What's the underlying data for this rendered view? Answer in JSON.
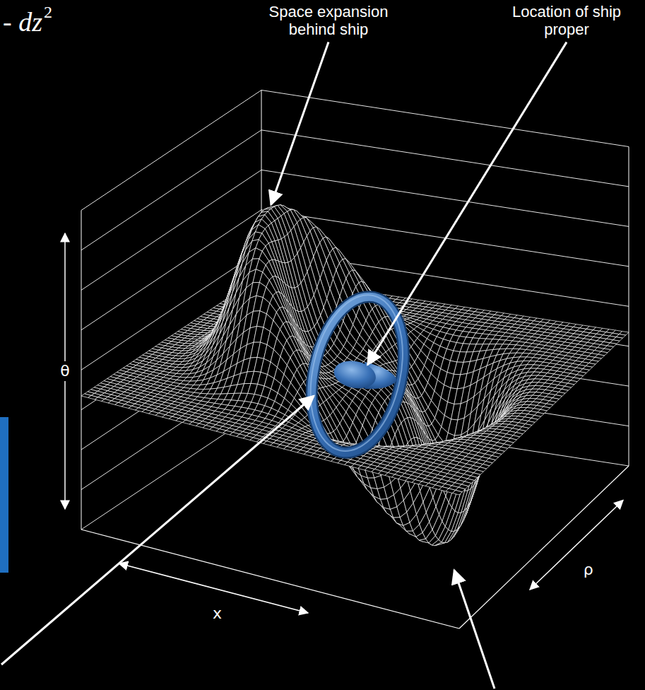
{
  "diagram": {
    "labels": [
      "- dz",
      "2",
      "Space expansion behind ship",
      "Location of ship proper",
      "θ",
      "x",
      "ρ"
    ]
  }
}
